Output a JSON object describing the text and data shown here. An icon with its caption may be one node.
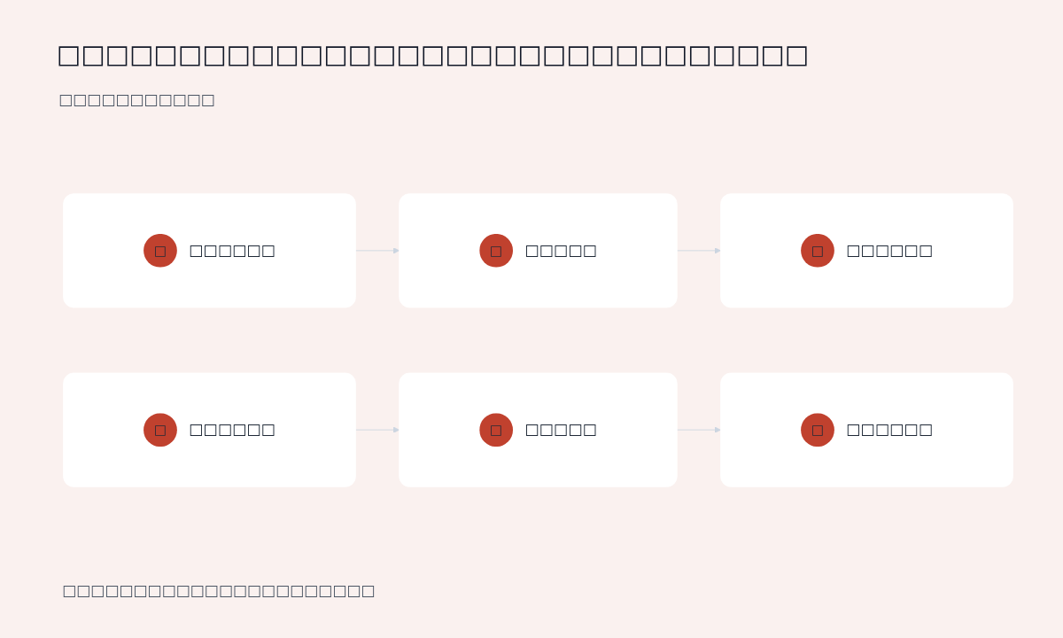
{
  "diagram": {
    "title": "□□□□□□□□□□□□□□□□□□□□□□□□□□□□□□□",
    "nodes": [
      {
        "text": [
          "□",
          "□□□□□□"
        ]
      },
      {
        "text": [
          "□",
          "□□□□□"
        ]
      },
      {
        "text": [
          "□",
          "□□□□□□"
        ]
      },
      {
        "text": [
          "□",
          "□□□□□□"
        ]
      },
      {
        "text": [
          "□",
          "□□□□□"
        ]
      },
      {
        "text": [
          "□",
          "□□□□□□"
        ]
      }
    ],
    "edges": [
      {
        "from": 0,
        "to": 1,
        "arrow": "to"
      },
      {
        "from": 1,
        "to": 2,
        "arrow": "to"
      },
      {
        "from": 3,
        "to": 4,
        "arrow": "to"
      },
      {
        "from": 4,
        "to": 5,
        "arrow": "to"
      }
    ],
    "labels": [
      "□□□□□□□□□□□"
    ],
    "caption": "□□□□□□□□□□□□□□□□□□□□□□"
  }
}
